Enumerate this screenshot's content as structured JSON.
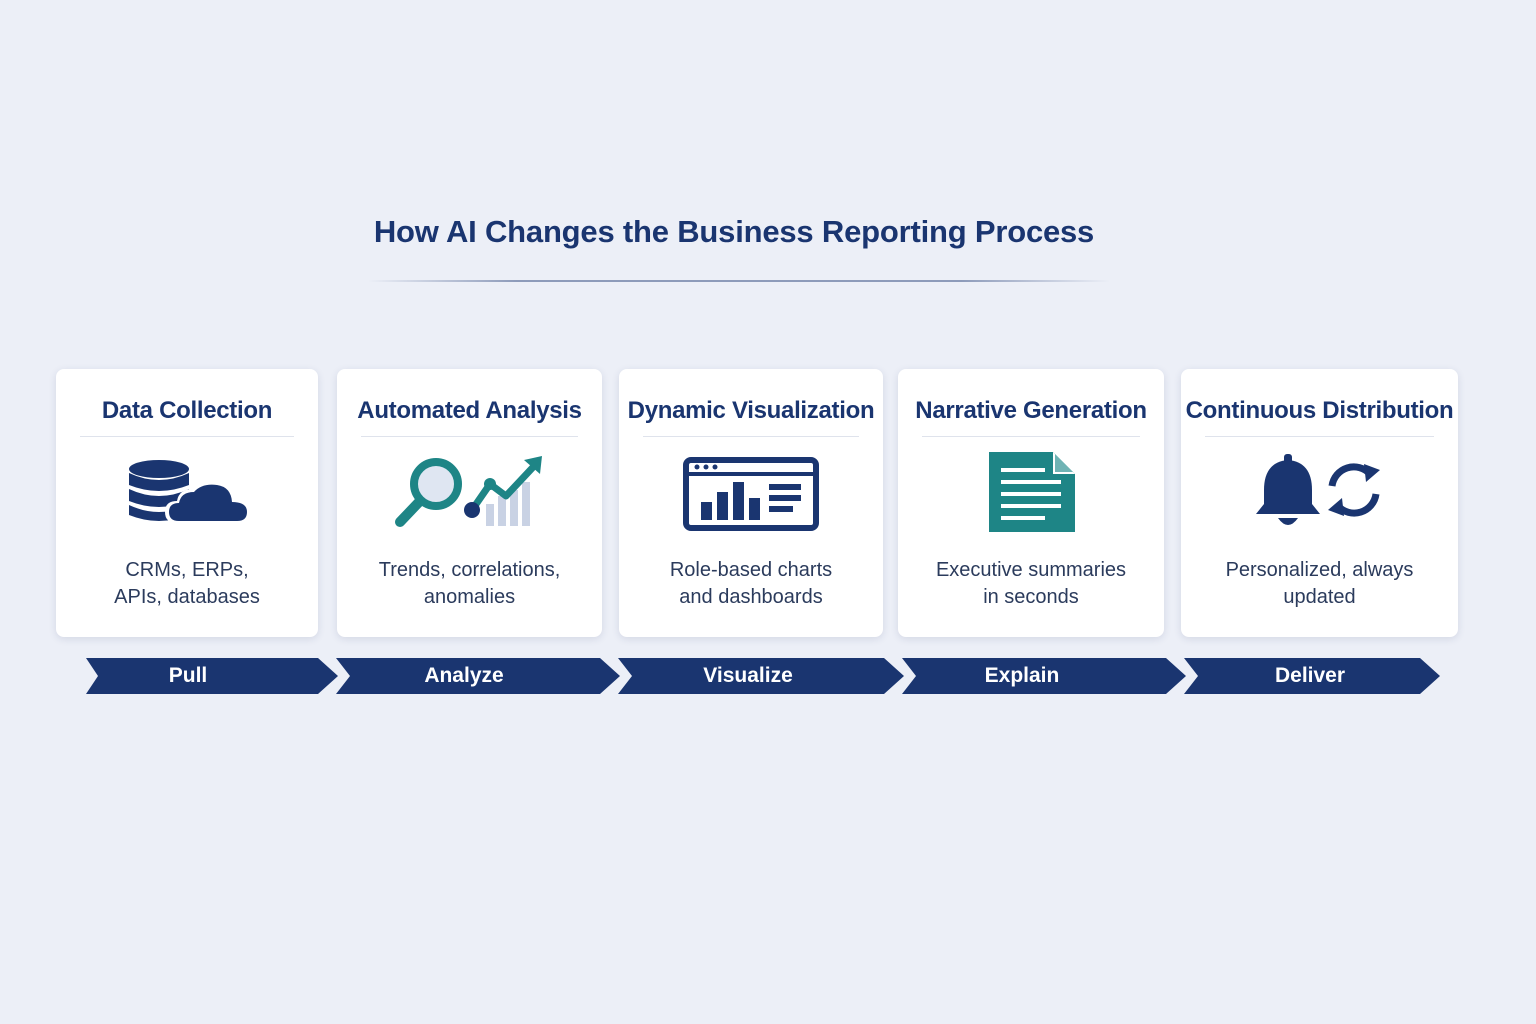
{
  "title": "How AI Changes the Business Reporting Process",
  "colors": {
    "navy": "#1a3570",
    "teal": "#1e8586",
    "background": "#eceff7"
  },
  "steps": [
    {
      "title": "Data Collection",
      "icon": "database-cloud-icon",
      "desc_line1": "CRMs, ERPs,",
      "desc_line2": "APIs, databases",
      "stage": "Pull"
    },
    {
      "title": "Automated Analysis",
      "icon": "magnifier-trend-icon",
      "desc_line1": "Trends, correlations,",
      "desc_line2": "anomalies",
      "stage": "Analyze"
    },
    {
      "title": "Dynamic Visualization",
      "icon": "dashboard-chart-icon",
      "desc_line1": "Role-based charts",
      "desc_line2": "and dashboards",
      "stage": "Visualize"
    },
    {
      "title": "Narrative Generation",
      "icon": "document-icon",
      "desc_line1": "Executive summaries",
      "desc_line2": "in seconds",
      "stage": "Explain"
    },
    {
      "title": "Continuous Distribution",
      "icon": "bell-refresh-icon",
      "desc_line1": "Personalized, always",
      "desc_line2": "updated",
      "stage": "Deliver"
    }
  ]
}
